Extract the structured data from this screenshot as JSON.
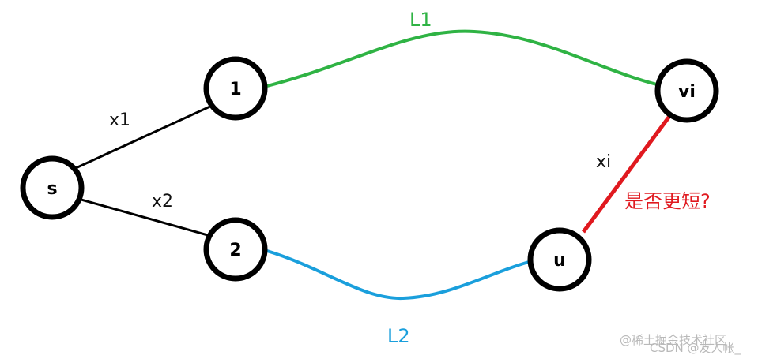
{
  "nodes": {
    "s": "s",
    "n1": "1",
    "n2": "2",
    "u": "u",
    "vi": "vi"
  },
  "edges": {
    "x1": "x1",
    "x2": "x2",
    "xi": "xi"
  },
  "paths": {
    "l1": "L1",
    "l2": "L2"
  },
  "question": "是否更短?",
  "watermark": {
    "line1": "@稀土掘金技术社区",
    "line2": "CSDN @友人帐_"
  },
  "colors": {
    "l1": "#2fb344",
    "l2": "#1a9fdc",
    "xi": "#e0191f",
    "node_stroke": "#000000",
    "watermark": "#b9b9b9"
  }
}
